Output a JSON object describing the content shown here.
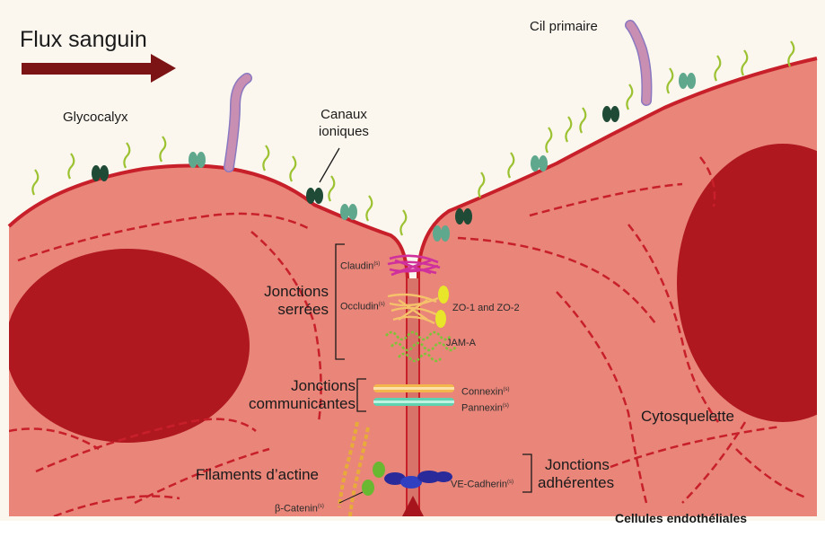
{
  "flow": {
    "label": "Flux sanguin"
  },
  "structures": {
    "glycocalyx": "Glycocalyx",
    "ion_channels": [
      "Canaux",
      "ioniques"
    ],
    "primary_cilium": "Cil primaire",
    "cytoskeleton": "Cytosquelette",
    "actin_filaments": "Filaments d’actine",
    "beta_catenin": "β-Catenin",
    "cells": "Cellules endothéliales"
  },
  "junction_groups": {
    "tight": [
      "Jonctions",
      "serrées"
    ],
    "gap": [
      "Jonctions",
      "communicantes"
    ],
    "adherens": [
      "Jonctions",
      "adhérentes"
    ]
  },
  "proteins": {
    "claudin": "Claudin",
    "occludin": "Occludin",
    "zo": "ZO-1 and ZO-2",
    "jam": "JAM-A",
    "connexin": "Connexin",
    "pannexin": "Pannexin",
    "ve_cadherin": "VE-Cadherin"
  },
  "protein_suffix": "(s)",
  "colors": {
    "background": "#ffffff",
    "sky": "#fbf7ee",
    "cytoplasm": "#e98579",
    "membrane": "#c8202a",
    "nucleus": "#b01820",
    "arrow": "#7c1416",
    "cilium": "#c98fb2",
    "glycocalyx": "#9cc232",
    "channel_dark": "#1e4a36",
    "channel_light": "#5fa88e",
    "claudin": "#d0309c",
    "occludin": "#f5c26b",
    "zo": "#e8e52a",
    "jam": "#7fc23a",
    "connexin": "#f2b64c",
    "pannexin": "#5fd3b0",
    "actin": "#e8ab3a",
    "beta_catenin": "#6ab832",
    "ve_cadherin": "#2a2a9a"
  }
}
